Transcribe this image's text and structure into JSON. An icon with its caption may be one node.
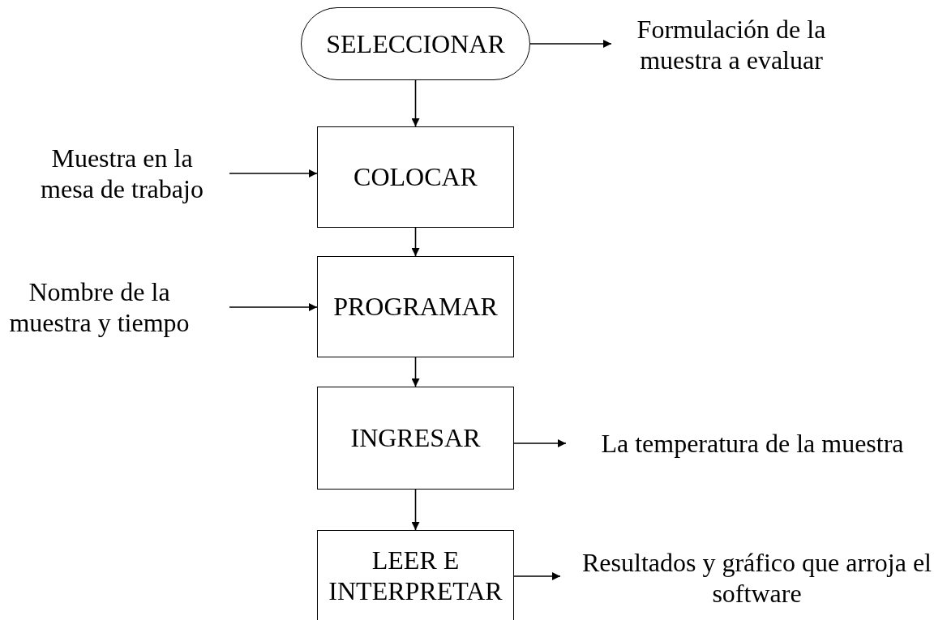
{
  "diagram": {
    "nodes": [
      {
        "text": [
          "SELECCIONAR"
        ]
      },
      {
        "text": [
          "Formulación de la muestra a evaluar"
        ]
      },
      {
        "text": [
          "Muestra en la mesa de trabajo"
        ]
      },
      {
        "text": [
          "COLOCAR"
        ]
      },
      {
        "text": [
          "Nombre de la muestra y tiempo"
        ]
      },
      {
        "text": [
          "PROGRAMAR"
        ]
      },
      {
        "text": [
          "INGRESAR"
        ]
      },
      {
        "text": [
          "La temperatura de la muestra"
        ]
      },
      {
        "text": [
          "LEER E INTERPRETAR"
        ]
      },
      {
        "text": [
          "Resultados y gráfico que arroja el software"
        ]
      }
    ],
    "edges": [
      {
        "from": 0,
        "to": 1,
        "arrow": "to"
      },
      {
        "from": 0,
        "to": 3,
        "arrow": "to"
      },
      {
        "from": 2,
        "to": 3,
        "arrow": "to"
      },
      {
        "from": 3,
        "to": 5,
        "arrow": "to"
      },
      {
        "from": 4,
        "to": 5,
        "arrow": "to"
      },
      {
        "from": 5,
        "to": 6,
        "arrow": "to"
      },
      {
        "from": 6,
        "to": 7,
        "arrow": "to"
      },
      {
        "from": 6,
        "to": 8,
        "arrow": "to"
      },
      {
        "from": 8,
        "to": 9,
        "arrow": "to"
      }
    ]
  }
}
